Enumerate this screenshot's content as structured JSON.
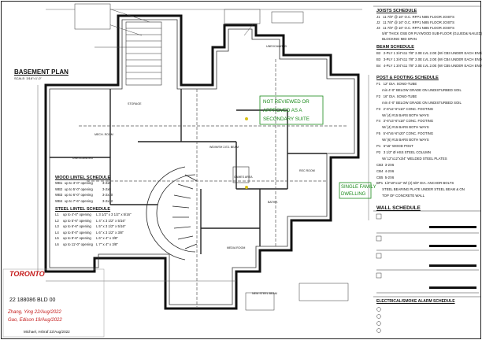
{
  "plan": {
    "title": "BASEMENT PLAN",
    "scale": "SCALE: 3/16\"=1'-0\"",
    "room_labels": [
      {
        "text": "STORAGE"
      },
      {
        "text": "MECH. ROOM"
      },
      {
        "text": "WD/W/SH 2.E3. BEAM"
      },
      {
        "text": "UNEXCAVATED"
      },
      {
        "text": "UNEXCAVATED"
      },
      {
        "text": "MEDIA ROOM"
      },
      {
        "text": "BATHR."
      },
      {
        "text": "REC ROOM"
      },
      {
        "text": "GAMES AREA"
      }
    ],
    "annotation_new_beam": "NEW STEEL BEAM",
    "annotation_suite_top": "NOT REVIEWED OR",
    "annotation_suite_mid": "APPROVED AS A",
    "annotation_suite_bot": "SECONDARY SUITE",
    "single_family_line1": "SINGLE FAMILY",
    "single_family_line2": "DWELLING"
  },
  "schedules": {
    "joists": {
      "title": "JOISTS SCHEDULE",
      "rows": [
        "J1   11 7/8\" @ 16\" O.C. RFP1 NI85 FLOOR JOISTS",
        "J2   11 7/8\" @ 16\" O.C. RFP1 NI85 FLOOR JOISTS",
        "J3   11 7/8\" @ 16\" O.C. RFP1 NI85 FLOOR JOISTS",
        "      5/8\" THICK OSB OR PLYWOOD SUB-FLOOR (GLUED& NAILED)",
        "      BLOCKING MID SPAN"
      ]
    },
    "beam": {
      "title": "BEAM SCHEDULE",
      "rows": [
        "B2   2-PLY 1 3/4\"x11 7/8\" 2.0E LVL 2.0E (W/ CB3 UNDER EACH END)",
        "B3   3-PLY 1 3/4\"x11 7/8\" 2.0E LVL 2.0E (W/ CB4 UNDER EACH END)",
        "B4   4-PLY 1 3/4\"x11 7/8\" 2.0E LVL 2.0E (W/ CB5 UNDER EACH END)"
      ]
    },
    "post_footing": {
      "title": "POST & FOOTING SCHEDULE",
      "rows": [
        "F1   12\" DIA. SONO-TUBE",
        "      min 4'-0\" BELOW GRADE ON UNDISTURBED SOIL",
        "F2   16\" DIA. SONO-TUBE",
        "      min 4'-0\" BELOW GRADE ON UNDISTURBED SOIL",
        "F3   2'-6\"x2'-6\"x10\" CONC. FOOTING",
        "      W/ (4) #15 BARS BOTH WAYS",
        "F4   3'-6\"x3'-6\"x18\" CONC. FOOTING",
        "      W/ (4) #15 BARS BOTH WAYS",
        "F5   5'-6\"x5'-6\"x20\" CONC. FOOTING",
        "      W/ (6) #15 BARS BOTH WAYS",
        "P1   6\"x6\" WOOD POST",
        "P2   3 1/2\" Ø HSS STEEL COLUMN",
        "      W/ 12\"x12\"x3/4\" WELDED STEEL PLATES",
        "CB3  3-2X6",
        "CB4  4-2X6",
        "CB5  5-2X6",
        "BP1  1/2\"x8\"x12\" W/ (2) 5/8\" DIA. ANCHOR BOLTS",
        "      STEEL BEARING PLATE UNDER STEEL BEAM & ON",
        "      TOP OF CONCRETE WALL"
      ]
    },
    "wood_lintel": {
      "title": "WOOD LINTEL SCHEDULE",
      "rows": [
        {
          "mark": "WB1",
          "span": "up to 3'-0\" opening",
          "size": "3-2x6"
        },
        {
          "mark": "WB2",
          "span": "up to 5'-0\" opening",
          "size": "3-2x8"
        },
        {
          "mark": "WB3",
          "span": "up to 6'-0\" opening",
          "size": "3-2x10"
        },
        {
          "mark": "WB4",
          "span": "up to 7'-6\" opening",
          "size": "3-2x12"
        }
      ]
    },
    "steel_lintel": {
      "title": "STEEL LINTEL SCHEDULE",
      "rows": [
        {
          "mark": "L1",
          "span": "up to 4'-0\" opening",
          "size": "L 3 1/2\" x 3 1/2\" x 5/16\""
        },
        {
          "mark": "L2",
          "span": "up to 5'-6\" opening",
          "size": "L 4\" x 3 1/2\" x 5/16\""
        },
        {
          "mark": "L3",
          "span": "up to 6'-6\" opening",
          "size": "L 5\" x 3 1/2\" x 5/16\""
        },
        {
          "mark": "L4",
          "span": "up to 8'-0\" opening",
          "size": "L 6\" x 3 1/2\" x 3/8\""
        },
        {
          "mark": "L5",
          "span": "up to 9'-6\" opening",
          "size": "L 6\" x 4\" x 3/8\""
        },
        {
          "mark": "L6",
          "span": "up to 11'-0\" opening",
          "size": "L 7\" x 4\" x 3/8\""
        }
      ]
    },
    "wall": {
      "title": "WALL SCHEDULE"
    },
    "alarm": {
      "title": "ELECTRICAL/SMOKE ALARM SCHEDULE"
    }
  },
  "stamp": {
    "city": "TORONTO",
    "permit_no": "22 188086 BLD 00",
    "rev1": "Zhang, Ying 22/Aug/2022",
    "rev2": "Gao, Edison 19/Aug/2022",
    "rev3": "Michael, Ashraf  22/Aug/2022"
  },
  "colors": {
    "line": "#111111",
    "green": "#1a8a1a",
    "red": "#c41a1a"
  }
}
